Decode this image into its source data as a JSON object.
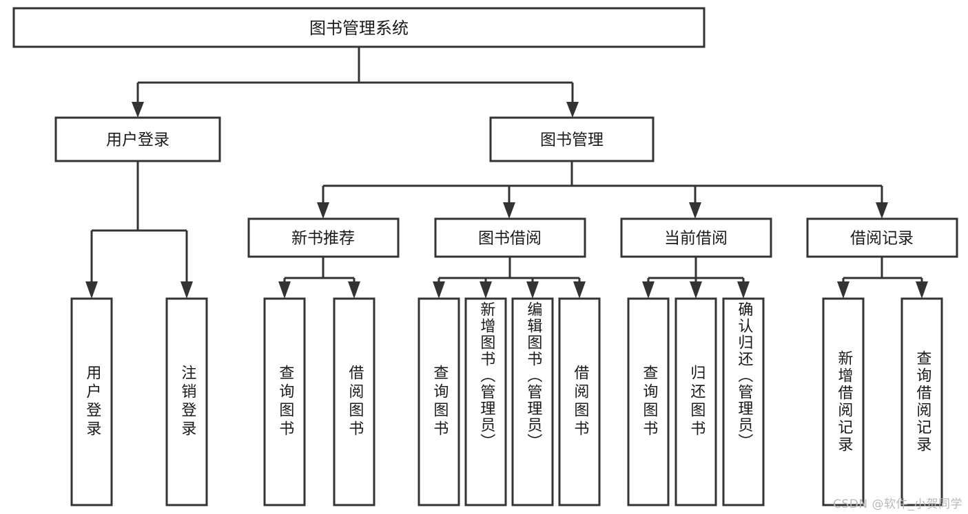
{
  "diagram": {
    "title": "图书管理系统",
    "type": "tree",
    "orientation": "top-down",
    "watermark": "CSDN @软件_小贺同学",
    "colors": {
      "box_stroke": "#333333",
      "box_fill": "#ffffff",
      "line": "#333333",
      "text": "#1a1a1a",
      "background": "#ffffff",
      "watermark_text": "#b9b9b9"
    },
    "nodes": {
      "root": {
        "id": "root",
        "label": "图书管理系统",
        "level": 1,
        "orientation": "horizontal"
      },
      "l2": [
        {
          "id": "user-login",
          "label": "用户登录",
          "level": 2,
          "orientation": "horizontal"
        },
        {
          "id": "book-manage",
          "label": "图书管理",
          "level": 2,
          "orientation": "horizontal"
        }
      ],
      "l3": [
        {
          "id": "new-book-rec",
          "label": "新书推荐",
          "level": 3,
          "orientation": "horizontal",
          "parent": "book-manage"
        },
        {
          "id": "book-borrow",
          "label": "图书借阅",
          "level": 3,
          "orientation": "horizontal",
          "parent": "book-manage"
        },
        {
          "id": "current-borrow",
          "label": "当前借阅",
          "level": 3,
          "orientation": "horizontal",
          "parent": "book-manage"
        },
        {
          "id": "borrow-record",
          "label": "借阅记录",
          "level": 3,
          "orientation": "horizontal",
          "parent": "book-manage"
        }
      ],
      "leaves": [
        {
          "id": "leaf-user-login",
          "label": "用户登录",
          "orientation": "vertical",
          "parent": "user-login"
        },
        {
          "id": "leaf-logout-login",
          "label": "注销登录",
          "orientation": "vertical",
          "parent": "user-login"
        },
        {
          "id": "leaf-query-book-1",
          "label": "查询图书",
          "orientation": "vertical",
          "parent": "new-book-rec"
        },
        {
          "id": "leaf-borrow-book-1",
          "label": "借阅图书",
          "orientation": "vertical",
          "parent": "new-book-rec"
        },
        {
          "id": "leaf-query-book-2",
          "label": "查询图书",
          "orientation": "vertical",
          "parent": "book-borrow"
        },
        {
          "id": "leaf-add-book",
          "label": "新增图书（管理员）",
          "orientation": "vertical",
          "parent": "book-borrow"
        },
        {
          "id": "leaf-edit-book",
          "label": "编辑图书（管理员）",
          "orientation": "vertical",
          "parent": "book-borrow"
        },
        {
          "id": "leaf-borrow-book-2",
          "label": "借阅图书",
          "orientation": "vertical",
          "parent": "book-borrow"
        },
        {
          "id": "leaf-query-book-3",
          "label": "查询图书",
          "orientation": "vertical",
          "parent": "current-borrow"
        },
        {
          "id": "leaf-return-book",
          "label": "归还图书",
          "orientation": "vertical",
          "parent": "current-borrow"
        },
        {
          "id": "leaf-confirm-return",
          "label": "确认归还（管理员）",
          "orientation": "vertical",
          "parent": "current-borrow"
        },
        {
          "id": "leaf-add-record",
          "label": "新增借阅记录",
          "orientation": "vertical",
          "parent": "borrow-record"
        },
        {
          "id": "leaf-query-record",
          "label": "查询借阅记录",
          "orientation": "vertical",
          "parent": "borrow-record"
        }
      ]
    }
  }
}
